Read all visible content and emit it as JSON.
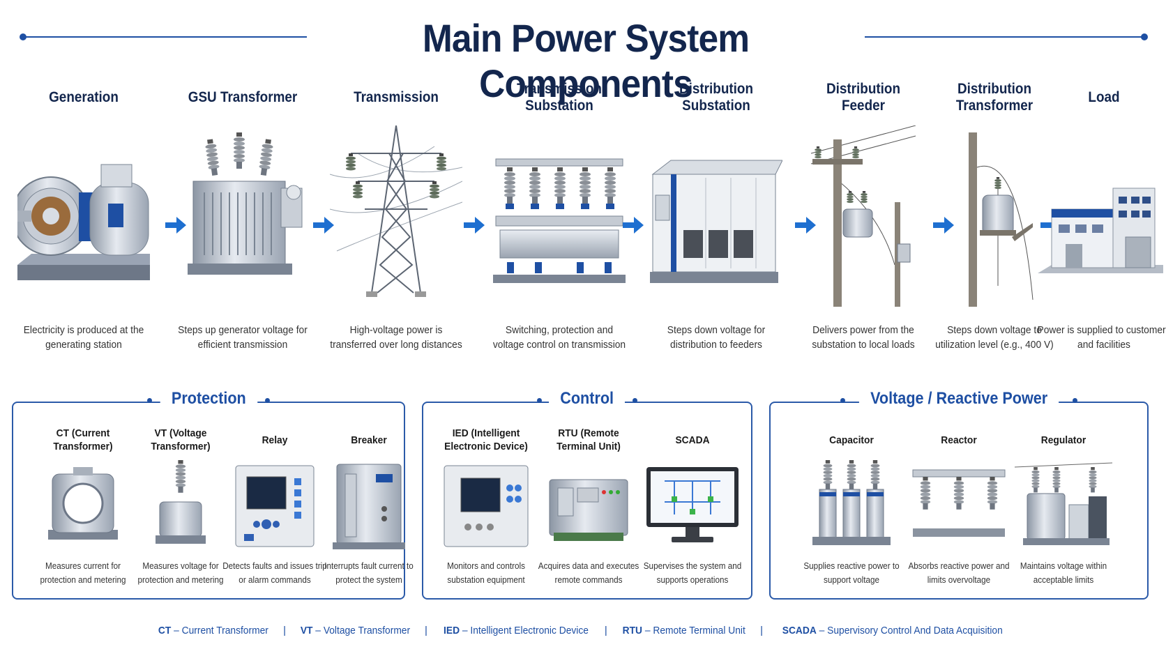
{
  "title": "Main Power System Components",
  "stages": [
    {
      "title": "Generation",
      "desc": "Electricity is produced at the generating station",
      "icon": "generator-icon"
    },
    {
      "title": "GSU Transformer",
      "desc": "Steps up generator voltage for efficient transmission",
      "icon": "transformer-icon"
    },
    {
      "title": "Transmission",
      "desc": "High-voltage power is transferred over long distances",
      "icon": "tower-icon"
    },
    {
      "title": "Transmission Substation",
      "desc": "Switching, protection and voltage control on transmission",
      "icon": "substation-icon"
    },
    {
      "title": "Distribution Substation",
      "desc": "Steps down voltage for distribution to feeders",
      "icon": "cabinet-icon"
    },
    {
      "title": "Distribution Feeder",
      "desc": "Delivers power from the substation to local loads",
      "icon": "pole-icon"
    },
    {
      "title": "Distribution Transformer",
      "desc": "Steps down voltage to utilization level (e.g., 400 V)",
      "icon": "pole-transformer-icon"
    },
    {
      "title": "Load",
      "desc": "Power is supplied to customers and facilities",
      "icon": "building-icon"
    }
  ],
  "groups": [
    {
      "title": "Protection",
      "items": [
        {
          "title": "CT (Current Transformer)",
          "desc": "Measures current for protection and metering",
          "icon": "ct-icon"
        },
        {
          "title": "VT (Voltage Transformer)",
          "desc": "Measures voltage for protection and metering",
          "icon": "vt-icon"
        },
        {
          "title": "Relay",
          "desc": "Detects faults and issues trip or alarm commands",
          "icon": "relay-icon"
        },
        {
          "title": "Breaker",
          "desc": "Interrupts fault current to protect the system",
          "icon": "breaker-icon"
        }
      ]
    },
    {
      "title": "Control",
      "items": [
        {
          "title": "IED (Intelligent Electronic Device)",
          "desc": "Monitors and controls substation equipment",
          "icon": "ied-icon"
        },
        {
          "title": "RTU (Remote Terminal Unit)",
          "desc": "Acquires data and executes remote commands",
          "icon": "rtu-icon"
        },
        {
          "title": "SCADA",
          "desc": "Supervises the system and supports operations",
          "icon": "monitor-icon"
        }
      ]
    },
    {
      "title": "Voltage / Reactive Power",
      "items": [
        {
          "title": "Capacitor",
          "desc": "Supplies reactive power to support voltage",
          "icon": "capacitor-icon"
        },
        {
          "title": "Reactor",
          "desc": "Absorbs reactive power and limits overvoltage",
          "icon": "reactor-icon"
        },
        {
          "title": "Regulator",
          "desc": "Maintains voltage within acceptable limits",
          "icon": "regulator-icon"
        }
      ]
    }
  ],
  "legend": [
    {
      "abbr": "CT",
      "text": " – Current Transformer"
    },
    {
      "abbr": "VT",
      "text": " – Voltage Transformer"
    },
    {
      "abbr": "IED",
      "text": " – Intelligent Electronic Device"
    },
    {
      "abbr": "RTU",
      "text": " – Remote Terminal Unit"
    },
    {
      "abbr": "SCADA",
      "text": " – Supervisory Control And Data Acquisition"
    }
  ],
  "colors": {
    "accent": "#1e4fa3",
    "title": "#13264d",
    "metal": "#b8c0cc"
  }
}
